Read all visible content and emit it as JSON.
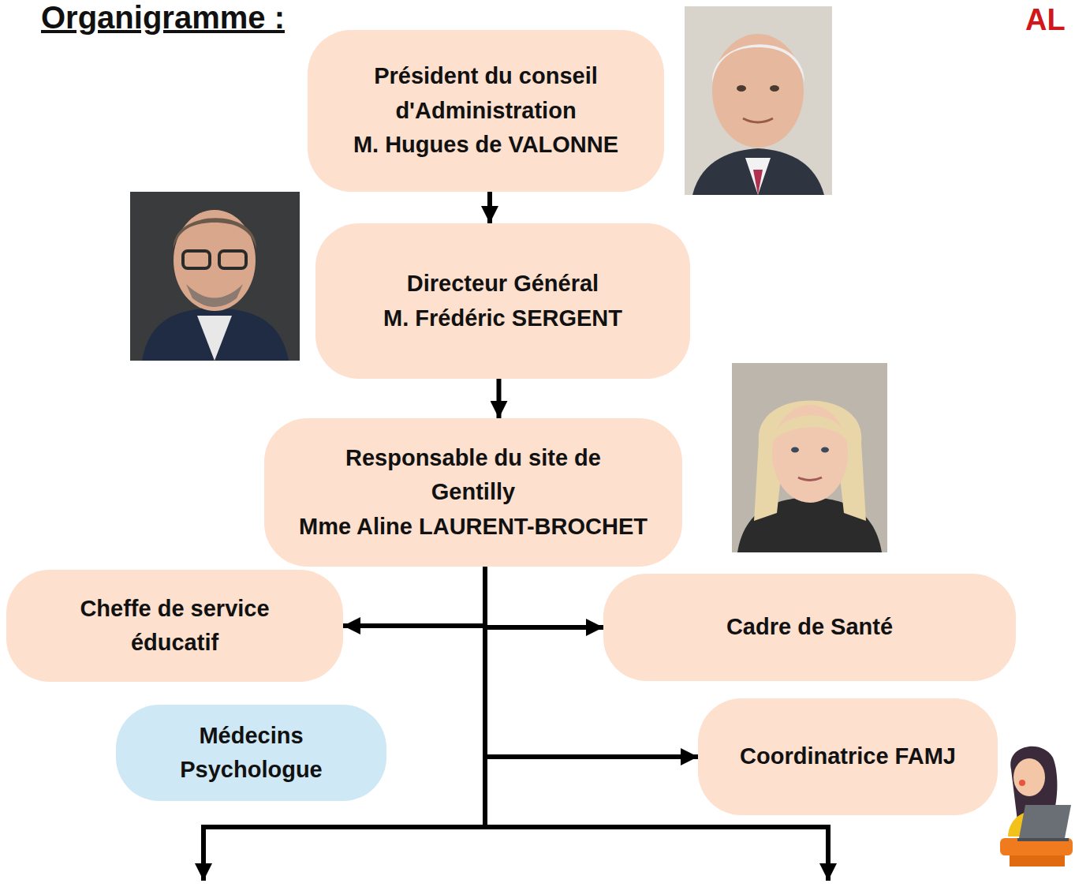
{
  "diagram": {
    "title": "Organigramme :",
    "nodes": [
      {
        "text": [
          "Président du conseil d'Administration",
          "M. Hugues de VALONNE"
        ]
      },
      {
        "text": [
          "Directeur Général",
          "M. Frédéric SERGENT"
        ]
      },
      {
        "text": [
          "Responsable du site de Gentilly",
          "Mme Aline LAURENT-BROCHET"
        ]
      },
      {
        "text": [
          "Cheffe de service éducatif"
        ]
      },
      {
        "text": [
          "Cadre de Santé"
        ]
      },
      {
        "text": [
          "Médecins",
          "Psychologue"
        ]
      },
      {
        "text": [
          "Coordinatrice FAMJ"
        ]
      }
    ],
    "edges": [
      {
        "from": 0,
        "to": 1,
        "arrow": "to"
      },
      {
        "from": 1,
        "to": 2,
        "arrow": "to"
      },
      {
        "from": 2,
        "to": 3,
        "arrow": "to"
      },
      {
        "from": 2,
        "to": 4,
        "arrow": "to"
      },
      {
        "from": 2,
        "to": 6,
        "arrow": "to"
      }
    ],
    "labels": [
      "AL"
    ]
  }
}
